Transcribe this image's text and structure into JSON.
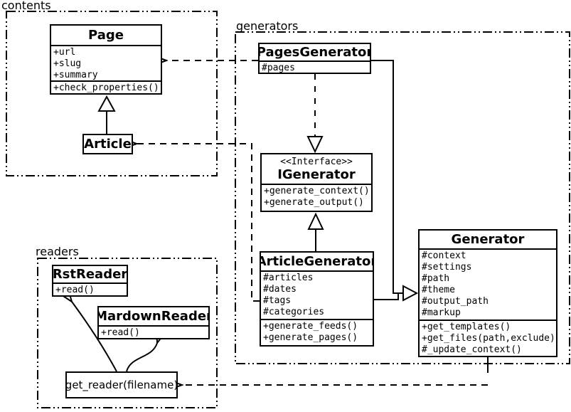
{
  "colors": {
    "ink": "#000000",
    "background": "#ffffff"
  },
  "packages": {
    "contents": {
      "label": "contents"
    },
    "generators": {
      "label": "generators"
    },
    "readers": {
      "label": "readers"
    }
  },
  "classes": {
    "page": {
      "title": "Page",
      "attributes": [
        "+url",
        "+slug",
        "+summary"
      ],
      "methods": [
        "+check_properties()"
      ]
    },
    "article": {
      "title": "Article"
    },
    "pages_generator": {
      "title": "PagesGenerator",
      "attributes": [
        "#pages"
      ]
    },
    "igenerator": {
      "stereotype": "<<Interface>>",
      "title": "IGenerator",
      "methods": [
        "+generate_context()",
        "+generate_output()"
      ]
    },
    "article_generator": {
      "title": "ArticleGenerator",
      "attributes": [
        "#articles",
        "#dates",
        "#tags",
        "#categories"
      ],
      "methods": [
        "+generate_feeds()",
        "+generate_pages()"
      ]
    },
    "generator": {
      "title": "Generator",
      "attributes": [
        "#context",
        "#settings",
        "#path",
        "#theme",
        "#output_path",
        "#markup"
      ],
      "methods": [
        "+get_templates()",
        "+get_files(path,exclude)",
        "#_update_context()"
      ]
    },
    "rst_reader": {
      "title": "RstReader",
      "methods": [
        "+read()"
      ]
    },
    "markdown_reader": {
      "title": "MardownReader",
      "methods": [
        "+read()"
      ]
    },
    "get_reader": {
      "title": "get_reader(filename)"
    }
  },
  "relationships": [
    {
      "from": "Article",
      "to": "Page",
      "type": "inheritance"
    },
    {
      "from": "PagesGenerator",
      "to": "Page",
      "type": "dependency"
    },
    {
      "from": "PagesGenerator",
      "to": "IGenerator",
      "type": "realization"
    },
    {
      "from": "ArticleGenerator",
      "to": "IGenerator",
      "type": "inheritance"
    },
    {
      "from": "ArticleGenerator",
      "to": "Article",
      "type": "dependency"
    },
    {
      "from": "PagesGenerator",
      "to": "Generator",
      "type": "inheritance"
    },
    {
      "from": "ArticleGenerator",
      "to": "Generator",
      "type": "inheritance"
    },
    {
      "from": "Generator",
      "to": "get_reader(filename)",
      "type": "dependency"
    },
    {
      "from": "get_reader(filename)",
      "to": "RstReader",
      "type": "call"
    },
    {
      "from": "get_reader(filename)",
      "to": "MardownReader",
      "type": "call"
    }
  ]
}
